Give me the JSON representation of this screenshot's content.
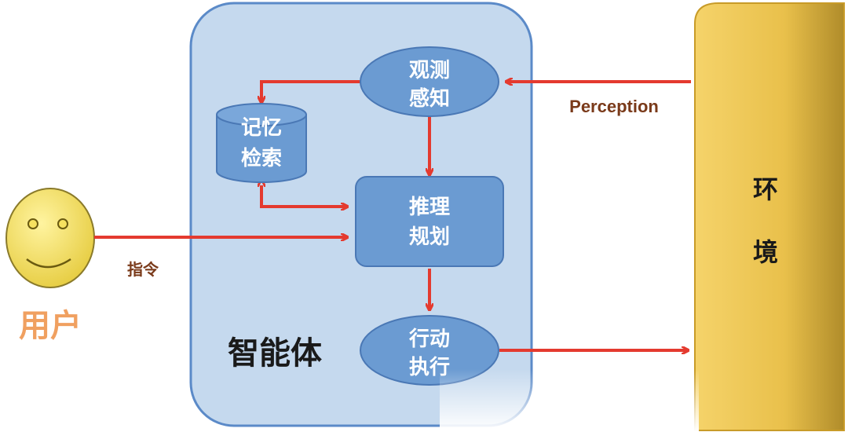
{
  "nodes": {
    "observe": [
      "观测",
      "感知"
    ],
    "memory": [
      "记忆",
      "检索"
    ],
    "reasoning": [
      "推理",
      "规划"
    ],
    "action": [
      "行动",
      "执行"
    ]
  },
  "agent_label": "智能体",
  "environment_label": [
    "环",
    "境"
  ],
  "user_label": "用户",
  "edge_labels": {
    "perception": "Perception",
    "instruction": "指令"
  },
  "colors": {
    "agent_fill": "#c5d9ee",
    "agent_border": "#5b8ac8",
    "node_fill": "#6b9bd2",
    "node_border": "#4a78b5",
    "arrow": "#e43a2f",
    "environment_fill": "#e9c04b",
    "face_fill": "#f6e160",
    "user_label": "#f0a060"
  }
}
